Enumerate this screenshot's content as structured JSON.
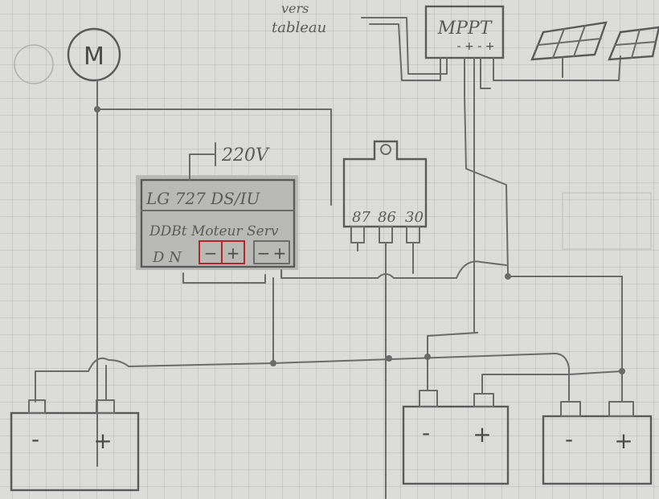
{
  "motor": {
    "label": "M"
  },
  "mppt": {
    "label": "MPPT",
    "terminals": "- + - +"
  },
  "note": {
    "line1": "vers",
    "line2": "tableau"
  },
  "controller": {
    "model": "LG 727 DS/IU",
    "voltage": "220V",
    "row_labels": "DDBt Moteur  Serv",
    "motor_terminals": "- +",
    "serv_terminals": "- +",
    "bottom_left": "D N"
  },
  "relay": {
    "pins": [
      "87",
      "86",
      "30"
    ]
  },
  "batteries": [
    {
      "minus": "-",
      "plus": "+"
    },
    {
      "minus": "-",
      "plus": "+"
    },
    {
      "minus": "-",
      "plus": "+"
    }
  ]
}
